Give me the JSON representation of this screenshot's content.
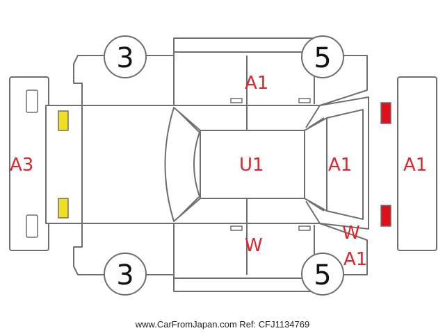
{
  "tires": {
    "front_left": "3",
    "front_right": "5",
    "rear_left": "3",
    "rear_right": "5"
  },
  "damage_codes": {
    "front_bumper": "A3",
    "roof": "U1",
    "right_front_door": "A1",
    "rear_window": "A1",
    "rear_bumper": "A1",
    "left_rear_door": "W",
    "left_rear_quarter_1": "W",
    "left_rear_quarter_2": "A1"
  },
  "marker_colors": {
    "headlight": "#f0e020",
    "taillight": "#e0101a",
    "code_text": "#e0242a"
  },
  "footer": "www.CarFromJapan.com Ref: CFJ1134769"
}
